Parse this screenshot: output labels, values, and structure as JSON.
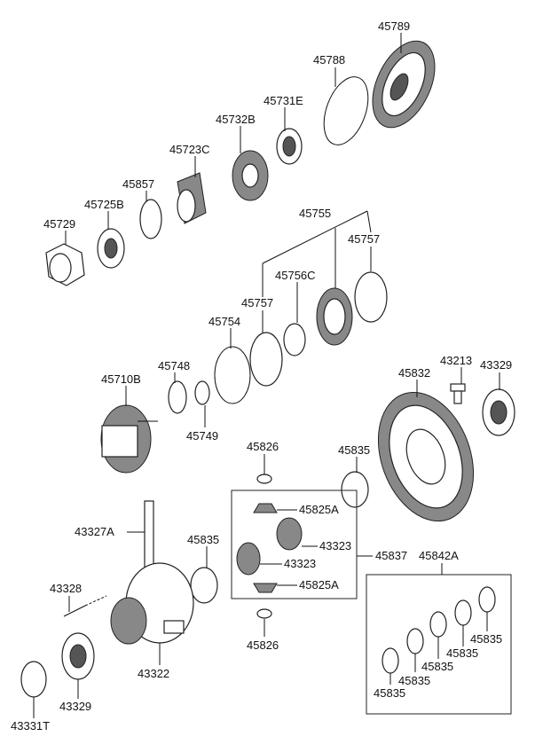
{
  "diagram": {
    "labels": [
      "45789",
      "45788",
      "45731E",
      "45732B",
      "45723C",
      "45857",
      "45725B",
      "45729",
      "45755",
      "45757",
      "45756C",
      "45757",
      "45754",
      "45748",
      "45710B",
      "45749",
      "43213",
      "43329",
      "45832",
      "45826",
      "45835",
      "45825A",
      "43323",
      "43327A",
      "45835",
      "43323",
      "45837",
      "45842A",
      "45825A",
      "43328",
      "43322",
      "45826",
      "45835",
      "45835",
      "45835",
      "45835",
      "45835",
      "43329",
      "43331T"
    ]
  }
}
